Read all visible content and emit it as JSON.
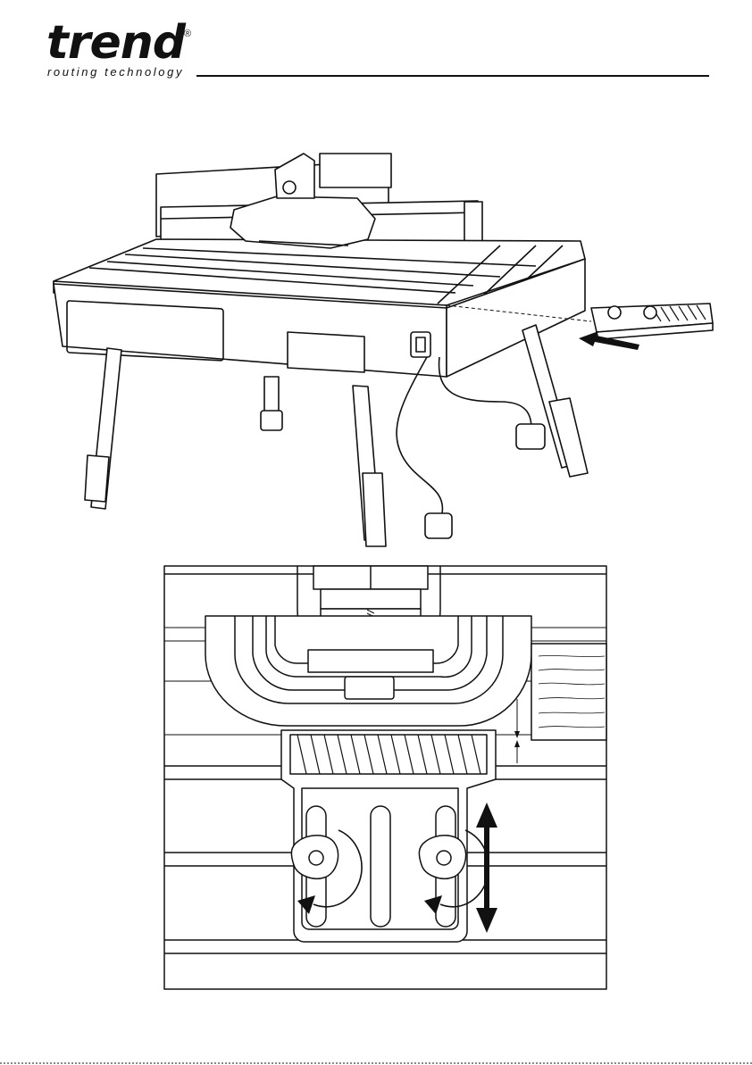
{
  "brand": {
    "name": "trend",
    "registered": "®",
    "tagline": "routing technology"
  },
  "figures": {
    "top": "router-table-with-featherboard",
    "bottom": "featherboard-adjustment-detail"
  },
  "icons": {
    "rotate": "rotate-icon",
    "double_arrow": "double-arrow-icon",
    "insert_arrow": "arrow-left-icon"
  },
  "colors": {
    "ink": "#111111",
    "paper": "#ffffff"
  }
}
